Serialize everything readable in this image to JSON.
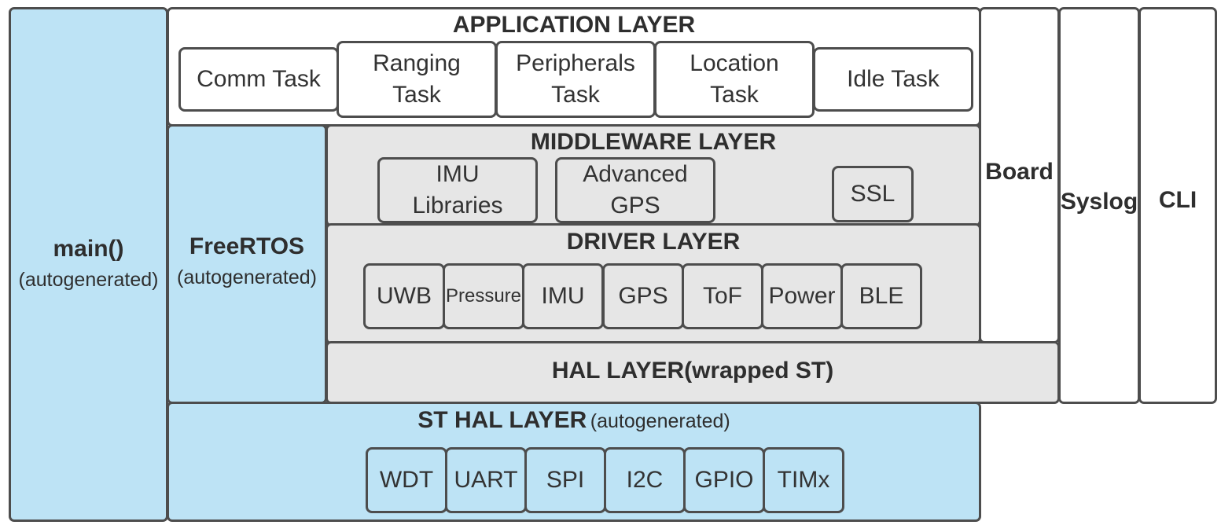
{
  "colors": {
    "blue": "#bde3f5",
    "grey": "#e6e6e6",
    "white": "#ffffff",
    "border": "#4d4d4d"
  },
  "main": {
    "title": "main()",
    "subtitle": "(autogenerated)"
  },
  "freertos": {
    "title": "FreeRTOS",
    "subtitle": "(autogenerated)"
  },
  "application": {
    "title": "APPLICATION LAYER",
    "tasks": [
      "Comm Task",
      "Ranging\nTask",
      "Peripherals\nTask",
      "Location\nTask",
      "Idle Task"
    ]
  },
  "middleware": {
    "title": "MIDDLEWARE LAYER",
    "items": [
      "IMU\nLibraries",
      "Advanced\nGPS",
      "SSL"
    ]
  },
  "driver": {
    "title": "DRIVER LAYER",
    "items": [
      "UWB",
      "Pressure",
      "IMU",
      "GPS",
      "ToF",
      "Power",
      "BLE"
    ]
  },
  "hal": {
    "title": "HAL LAYER(wrapped ST)"
  },
  "st_hal": {
    "title": "ST HAL LAYER",
    "subtitle": "(autogenerated)",
    "items": [
      "WDT",
      "UART",
      "SPI",
      "I2C",
      "GPIO",
      "TIMx"
    ]
  },
  "side": {
    "board": "Board",
    "syslog": "Syslog",
    "cli": "CLI"
  }
}
